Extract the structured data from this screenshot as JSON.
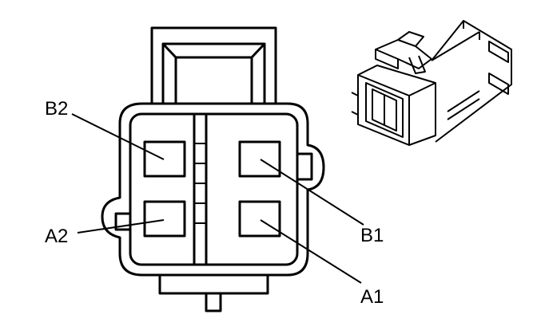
{
  "diagram": {
    "labels": {
      "b2": "B2",
      "a2": "A2",
      "b1": "B1",
      "a1": "A1"
    },
    "colors": {
      "stroke": "#000000",
      "background": "#ffffff"
    }
  }
}
